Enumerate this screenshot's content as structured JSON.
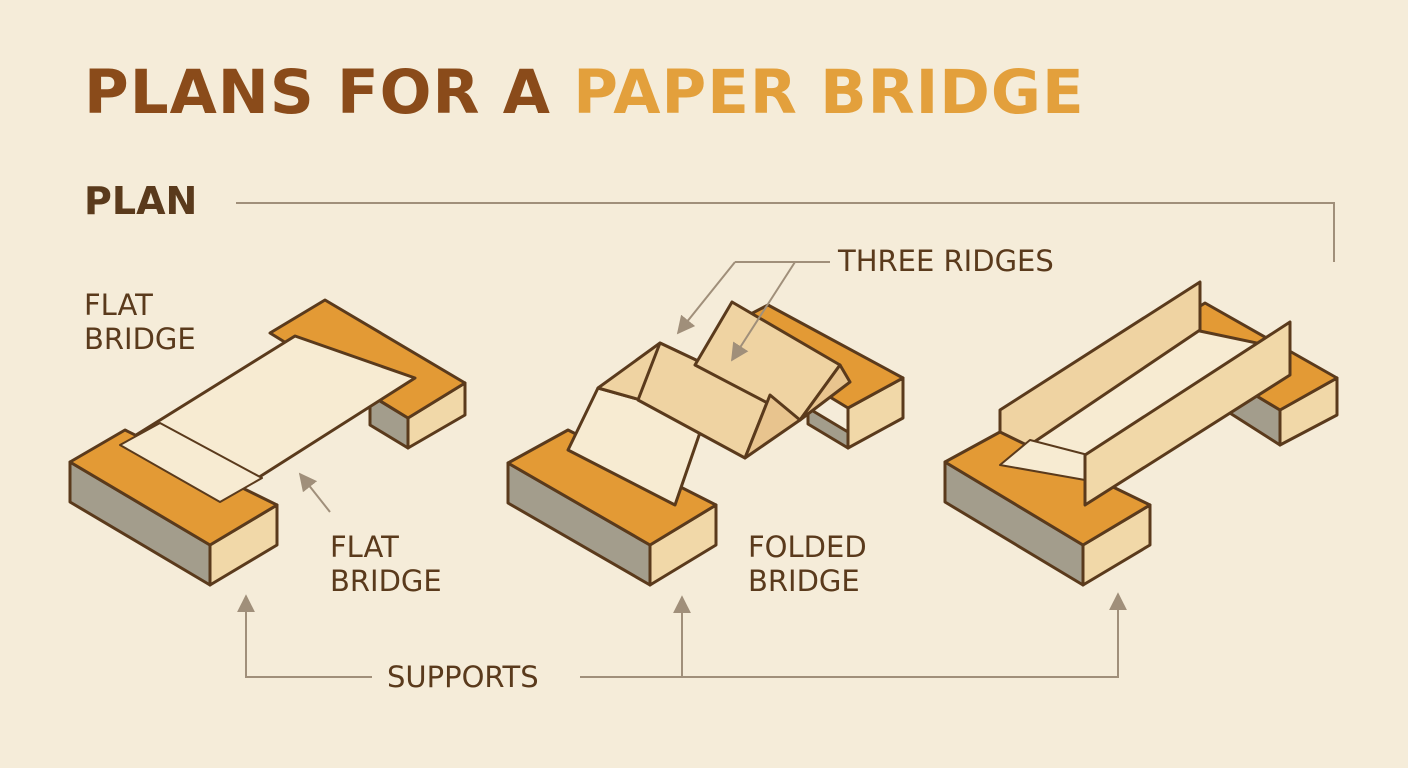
{
  "title": {
    "part1": "PLANS FOR A ",
    "part2": "PAPER BRIDGE"
  },
  "plan_label": "PLAN",
  "labels": {
    "flat_bridge_top": [
      "FLAT",
      "BRIDGE"
    ],
    "flat_bridge": [
      "FLAT",
      "BRIDGE"
    ],
    "folded_bridge": [
      "FOLDED",
      "BRIDGE"
    ],
    "three_ridges": "THREE RIDGES",
    "supports": "SUPPORTS"
  },
  "colors": {
    "background": "#f5ecd9",
    "title_dark": "#8a4b1a",
    "title_accent": "#e3a03c",
    "block_top": "#e39a35",
    "block_front": "#a39d8c",
    "block_side": "#f1d8a8",
    "paper": "#f7ebd2",
    "paper_shade": "#efd3a2",
    "outline": "#5a3a1c",
    "leader": "#a08f7a"
  }
}
